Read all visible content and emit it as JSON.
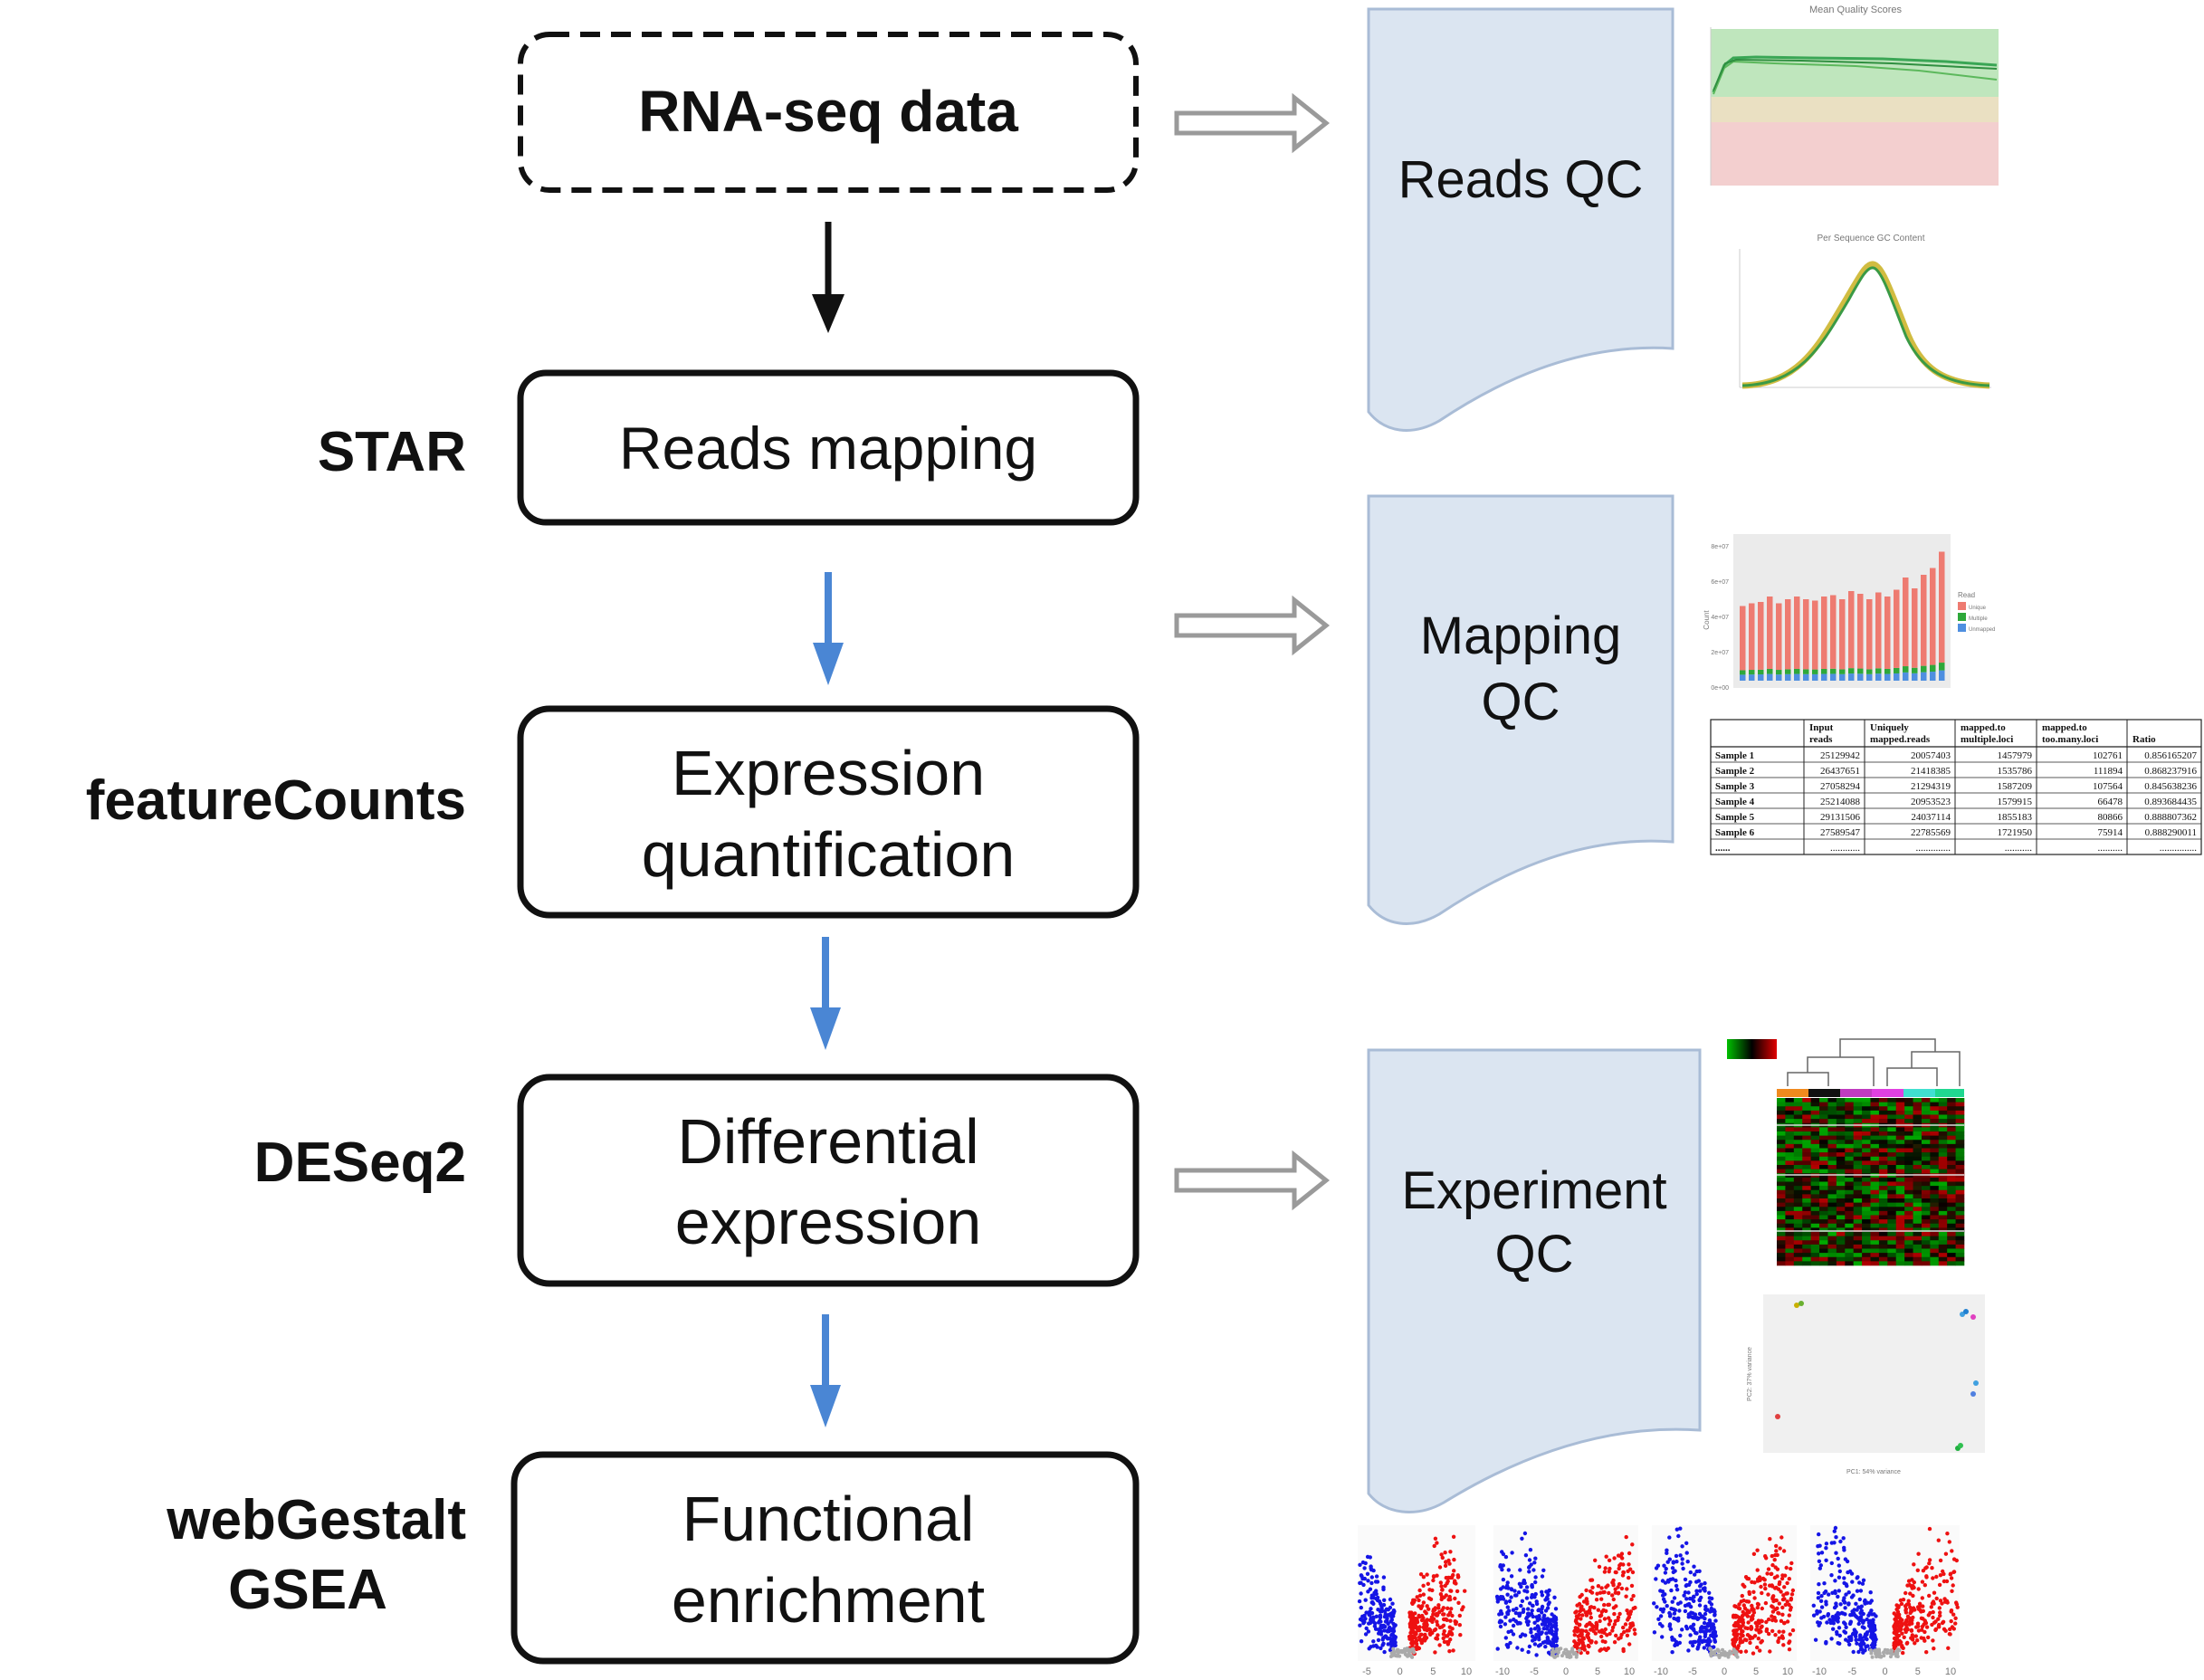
{
  "pipeline": {
    "input": "RNA-seq data",
    "steps": [
      {
        "tool_lines": [
          "STAR"
        ],
        "label_lines": [
          "Reads mapping"
        ]
      },
      {
        "tool_lines": [
          "featureCounts"
        ],
        "label_lines": [
          "Expression",
          "quantification"
        ]
      },
      {
        "tool_lines": [
          "DESeq2"
        ],
        "label_lines": [
          "Differential",
          "expression"
        ]
      },
      {
        "tool_lines": [
          "webGestalt",
          "GSEA"
        ],
        "label_lines": [
          "Functional",
          "enrichment"
        ]
      }
    ]
  },
  "qc": {
    "reads": {
      "lines": [
        "Reads QC"
      ]
    },
    "mapping": {
      "lines": [
        "Mapping",
        "QC"
      ]
    },
    "experiment": {
      "lines": [
        "Experiment",
        "QC"
      ]
    }
  },
  "thumbs": {
    "quality_title": "Mean Quality Scores",
    "gc_title": "Per Sequence GC Content",
    "bar_legend": {
      "title": "Read",
      "items": [
        "Unique",
        "Multiple",
        "Unmapped"
      ]
    },
    "bar_ylabel": "Count",
    "bar_yticks": [
      "8e+07",
      "6e+07",
      "4e+07",
      "2e+07",
      "0e+00"
    ],
    "pca_xlabel": "PC1: 54% variance",
    "pca_ylabel": "PC2: 37% variance",
    "volcano_ticks": [
      [
        "-5",
        "0",
        "5",
        "10"
      ],
      [
        "-10",
        "-5",
        "0",
        "5",
        "10"
      ],
      [
        "-10",
        "-5",
        "0",
        "5",
        "10"
      ],
      [
        "-10",
        "-5",
        "0",
        "5",
        "10"
      ]
    ]
  },
  "colors": {
    "qc_fill": "#dbe5f1",
    "qc_stroke": "#a9bcd6",
    "blue_arrow": "#4a86d4",
    "hollow_arrow": "#9a9a9a",
    "bar_unique": "#ee7b71",
    "bar_multiple": "#2ea83a",
    "bar_unmapped": "#4f8fe0",
    "volcano_down": "#1515e6",
    "volcano_up": "#ee1111"
  },
  "mapping_table": {
    "header": [
      "",
      "Input reads",
      "Uniquely mapped.reads",
      "mapped.to multiple.loci",
      "mapped.to too.many.loci",
      "Ratio"
    ],
    "rows": [
      [
        "Sample 1",
        "25129942",
        "20057403",
        "1457979",
        "102761",
        "0.856165207"
      ],
      [
        "Sample 2",
        "26437651",
        "21418385",
        "1535786",
        "111894",
        "0.868237916"
      ],
      [
        "Sample 3",
        "27058294",
        "21294319",
        "1587209",
        "107564",
        "0.845638236"
      ],
      [
        "Sample 4",
        "25214088",
        "20953523",
        "1579915",
        "66478",
        "0.893684435"
      ],
      [
        "Sample 5",
        "29131506",
        "24037114",
        "1855183",
        "80866",
        "0.888807362"
      ],
      [
        "Sample 6",
        "27589547",
        "22785569",
        "1721950",
        "75914",
        "0.888290011"
      ],
      [
        "......",
        "............",
        "..............",
        "...........",
        "..........",
        "..............."
      ]
    ]
  }
}
